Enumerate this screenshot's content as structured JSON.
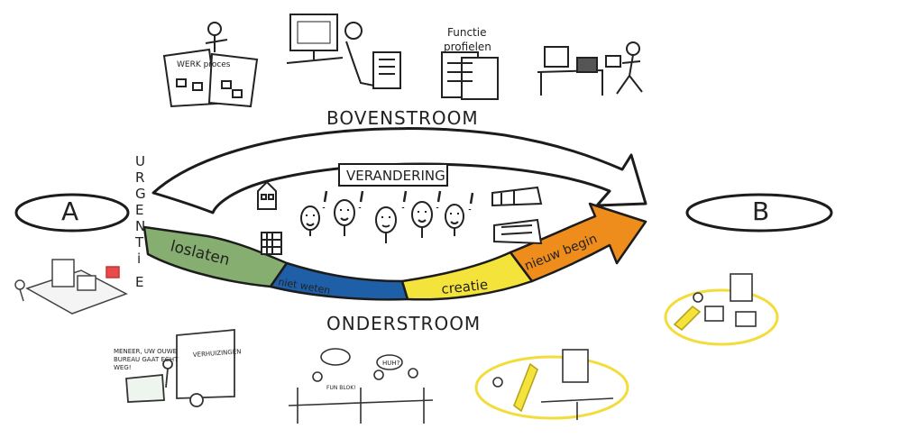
{
  "labels": {
    "a": "A",
    "b": "B",
    "bovenstroom": "BOVENSTROOM",
    "onderstroom": "ONDERSTROOM",
    "verandering": "VERANDERING",
    "urgentie_letters": [
      "U",
      "R",
      "G",
      "E",
      "N",
      "T",
      "i",
      "E"
    ]
  },
  "phases": [
    {
      "text": "loslaten",
      "color": "#86ae70"
    },
    {
      "text": "niet weten",
      "color": "#1f5fa8"
    },
    {
      "text": "creatie",
      "color": "#f3e33a"
    },
    {
      "text": "nieuw begin",
      "color": "#ee8d1c"
    }
  ],
  "sketches": {
    "werkprocessen": "WERK proces",
    "functieprofielen_1": "Functie",
    "functieprofielen_2": "profielen",
    "bubble_1": "MENEER, UW OUWE",
    "bubble_2": "BUREAU GAAT ECHT",
    "bubble_3": "WEG!",
    "truck": "VERHUIZINGEN",
    "huh": "HUH?",
    "fun_blok": "FUN BLOK!"
  },
  "colors": {
    "urgentie": "#d9434b",
    "ink": "#1c1c1c",
    "yellow_glow": "#f2dd3c"
  }
}
